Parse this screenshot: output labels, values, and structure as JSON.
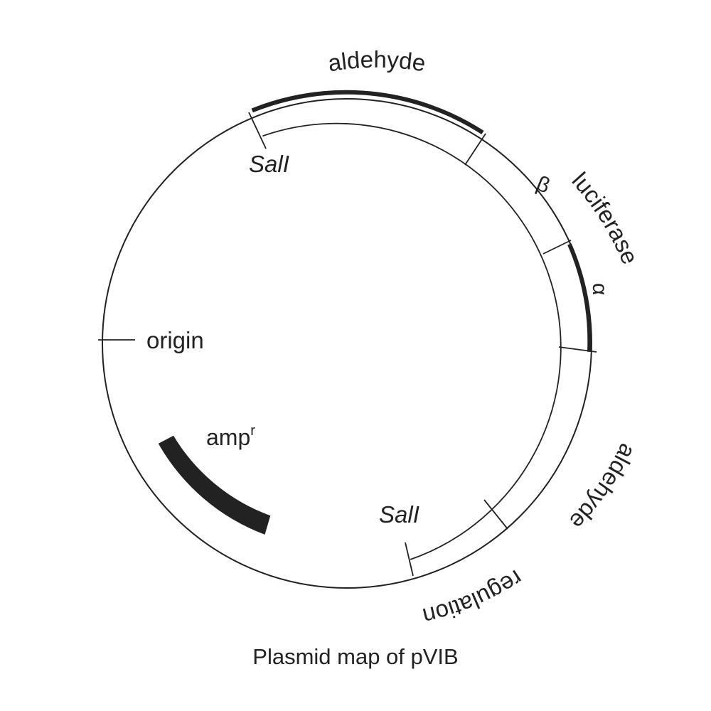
{
  "diagram": {
    "caption": "Plasmid map of pVIB",
    "labels": {
      "origin": "origin",
      "amp": "amp",
      "amp_superscript": "r",
      "sal_top": "SalI",
      "sal_bottom": "SalI",
      "aldehyde_top": "aldehyde",
      "luciferase": "luciferase",
      "beta": "β",
      "alpha": "α",
      "aldehyde_right": "aldehyde",
      "regulation": "regulation"
    },
    "colors": {
      "line": "#222222",
      "background": "#ffffff"
    }
  }
}
